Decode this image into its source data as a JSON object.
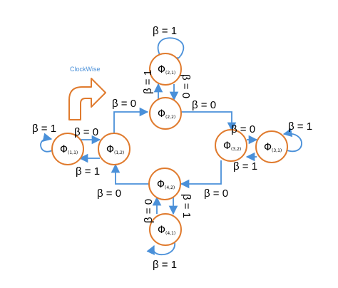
{
  "colors": {
    "node_border": "#e07b2e",
    "edge": "#4a90d9",
    "clockwise_label": "#4a90d9",
    "clockwise_arrow": "#e07b2e"
  },
  "clockwise": {
    "label": "ClockWise",
    "icon": "curved-arrow-right-icon"
  },
  "nodes": {
    "n11": {
      "symbol": "Φ",
      "sub": "(1,1)"
    },
    "n12": {
      "symbol": "Φ",
      "sub": "(1,2)"
    },
    "n21": {
      "symbol": "Φ",
      "sub": "(2,1)"
    },
    "n22": {
      "symbol": "Φ",
      "sub": "(2,2)"
    },
    "n31": {
      "symbol": "Φ",
      "sub": "(3,1)"
    },
    "n32": {
      "symbol": "Φ",
      "sub": "(3,2)"
    },
    "n41": {
      "symbol": "Φ",
      "sub": "(4,1)"
    },
    "n42": {
      "symbol": "Φ",
      "sub": "(4,2)"
    }
  },
  "labels": {
    "top_loop": "β = 1",
    "top_up": "β = 1",
    "top_down": "β = 0",
    "left_loop": "β = 1",
    "left_fwd": "β = 0",
    "left_back": "β = 1",
    "to_top": "β = 0",
    "top_to_right": "β = 0",
    "right_fwd": "β = 0",
    "right_loop": "β = 1",
    "right_back": "β = 1",
    "right_to_bottom": "β = 0",
    "bottom_to_left": "β = 0",
    "bottom_down": "β = 1",
    "bottom_up": "β = 0",
    "bottom_loop": "β = 1"
  }
}
